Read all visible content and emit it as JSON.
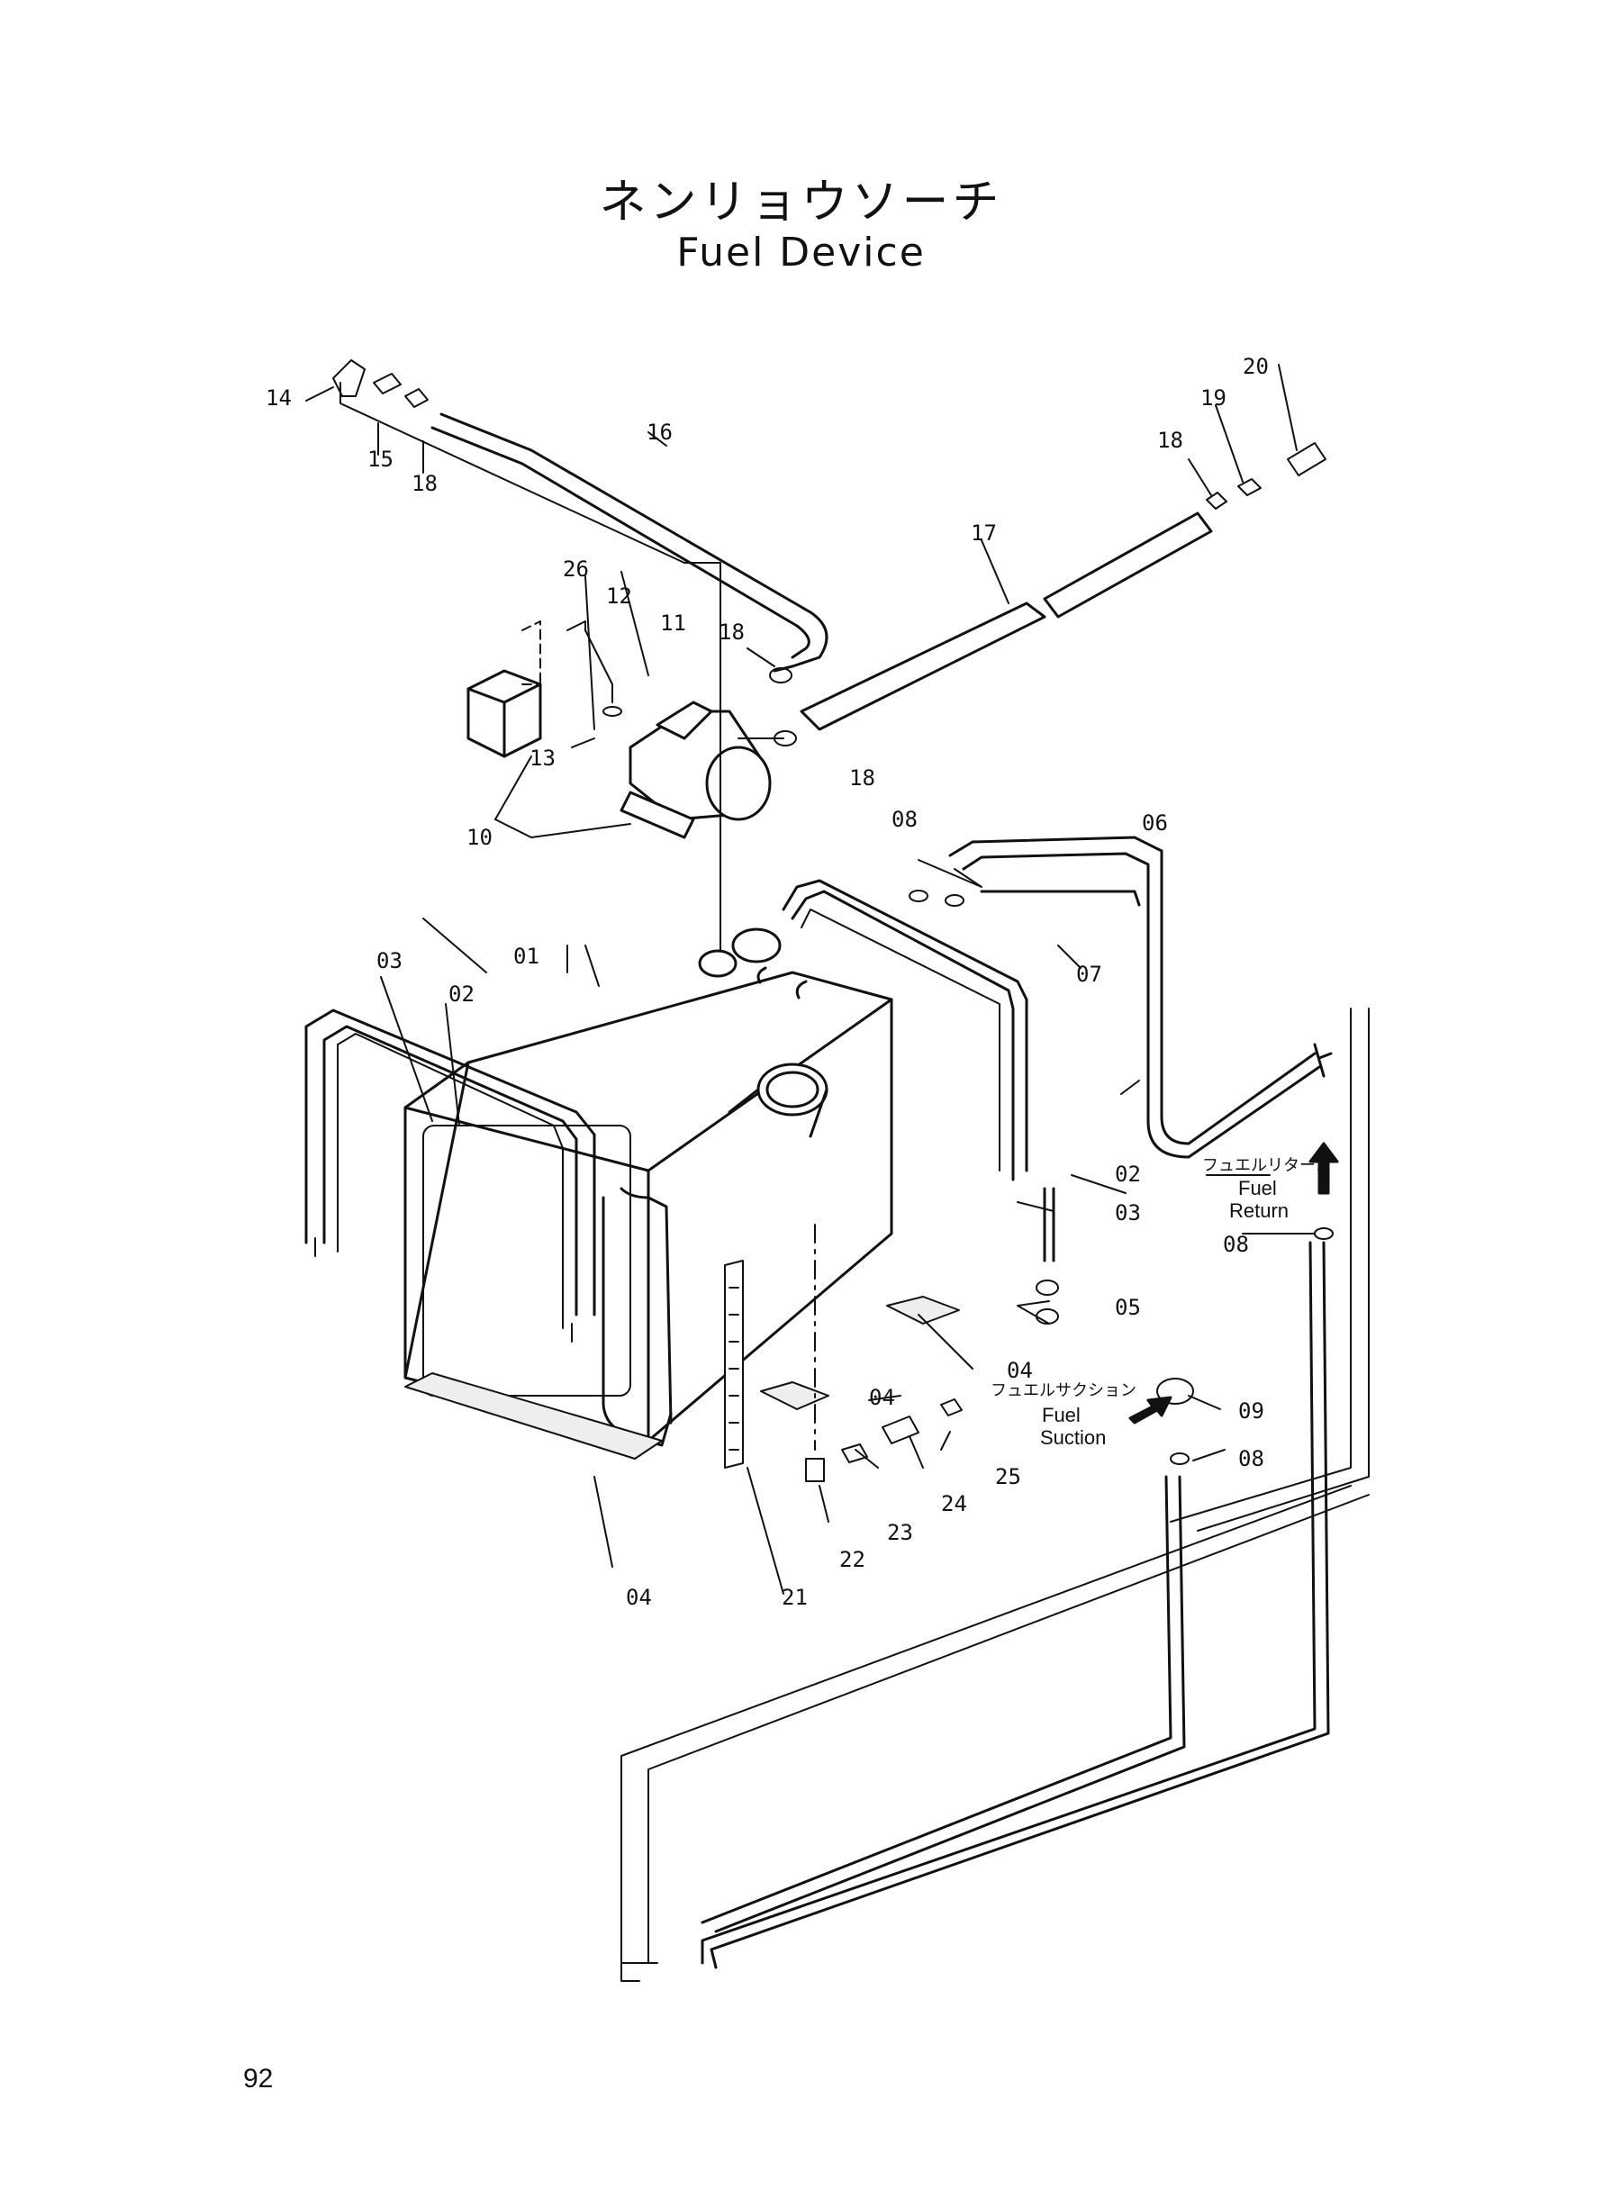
{
  "title": {
    "japanese": "ネンリョウソーチ",
    "english": "Fuel Device"
  },
  "page_number": "92",
  "callouts": {
    "c01": "01",
    "c02a": "02",
    "c02b": "02",
    "c03a": "03",
    "c03b": "03",
    "c04a": "04",
    "c04b": "04",
    "c04c": "04",
    "c05": "05",
    "c06": "06",
    "c07": "07",
    "c08a": "08",
    "c08b": "08",
    "c08c": "08",
    "c09": "09",
    "c10": "10",
    "c11": "11",
    "c12": "12",
    "c13": "13",
    "c14": "14",
    "c15": "15",
    "c16": "16",
    "c17": "17",
    "c18a": "18",
    "c18b": "18",
    "c18c": "18",
    "c18d": "18",
    "c19": "19",
    "c20": "20",
    "c21": "21",
    "c22": "22",
    "c23": "23",
    "c24": "24",
    "c25": "25",
    "c26": "26"
  },
  "flow_labels": {
    "return_ja": "フュエルリターン",
    "return_en_1": "Fuel",
    "return_en_2": "Return",
    "suction_ja": "フュエルサクション",
    "suction_en_1": "Fuel",
    "suction_en_2": "Suction"
  }
}
